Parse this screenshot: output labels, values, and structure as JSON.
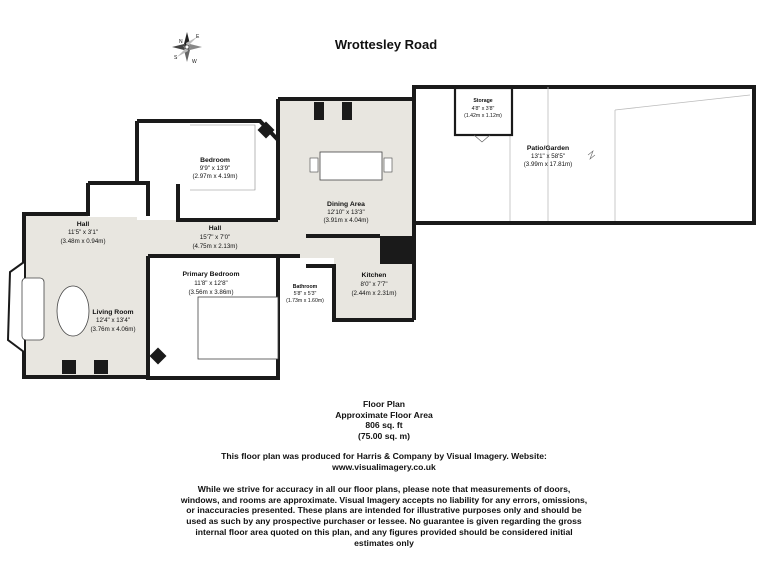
{
  "title": "Wrottesley Road",
  "compass": {
    "n": "N",
    "s": "S",
    "e": "E",
    "w": "W"
  },
  "rooms": {
    "storage": {
      "name": "Storage",
      "dims": "4'8\" x 3'8\"",
      "metric": "(1.42m x 1.12m)"
    },
    "patio": {
      "name": "Patio/Garden",
      "dims": "13'1\" x 58'5\"",
      "metric": "(3.99m x 17.81m)"
    },
    "bedroom": {
      "name": "Bedroom",
      "dims": "9'9\" x 13'9\"",
      "metric": "(2.97m x 4.19m)"
    },
    "dining": {
      "name": "Dining Area",
      "dims": "12'10\" x 13'3\"",
      "metric": "(3.91m x 4.04m)"
    },
    "hall_left": {
      "name": "Hall",
      "dims": "11'5\" x 3'1\"",
      "metric": "(3.48m x 0.94m)"
    },
    "hall_center": {
      "name": "Hall",
      "dims": "15'7\" x 7'0\"",
      "metric": "(4.75m x 2.13m)"
    },
    "primary_bedroom": {
      "name": "Primary Bedroom",
      "dims": "11'8\" x 12'8\"",
      "metric": "(3.56m x 3.86m)"
    },
    "bathroom": {
      "name": "Bathroom",
      "dims": "5'8\" x 5'3\"",
      "metric": "(1.73m x 1.60m)"
    },
    "kitchen": {
      "name": "Kitchen",
      "dims": "8'0\" x 7'7\"",
      "metric": "(2.44m x 2.31m)"
    },
    "living": {
      "name": "Living Room",
      "dims": "12'4\" x 13'4\"",
      "metric": "(3.76m x 4.06m)"
    }
  },
  "floor_area": {
    "line1": "Floor Plan",
    "line2": "Approximate Floor Area",
    "line3": "806 sq. ft",
    "line4": "(75.00 sq. m)"
  },
  "credit": {
    "line1": "This floor plan was produced for Harris & Company by Visual Imagery. Website:",
    "line2": "www.visualimagery.co.uk"
  },
  "disclaimer": "While we strive for accuracy in all our floor plans, please note that measurements of doors, windows, and rooms are approximate. Visual Imagery accepts no liability for any errors, omissions, or inaccuracies presented. These plans are intended for illustrative purposes only and should be used as such by any prospective purchaser or lessee. No guarantee is given regarding the gross internal floor area quoted on this plan, and any figures provided should be considered initial estimates only"
}
